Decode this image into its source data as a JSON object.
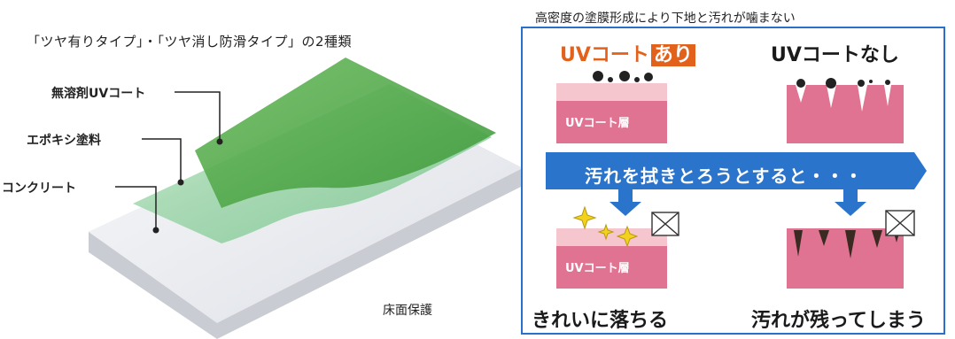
{
  "left": {
    "title": "「ツヤ有りタイプ」・「ツヤ消し防滑タイプ」の2種類",
    "labels": {
      "uv_coat": "無溶剤UVコート",
      "epoxy": "エポキシ塗料",
      "concrete": "コンクリート"
    },
    "floor_caption": "床面保護"
  },
  "right": {
    "title": "高密度の塗膜形成により下地と汚れが噛まない",
    "with_uv_prefix": "UVコート",
    "with_uv_box": "あり",
    "without_uv": "UVコートなし",
    "layer_label_top": "UVコート層",
    "banner": "汚れを拭きとろうとすると・・・",
    "layer_label_bottom": "UVコート層",
    "result_clean": "きれいに落ちる",
    "result_dirty": "汚れが残ってしまう"
  },
  "colors": {
    "panel_border": "#2a70c8",
    "banner": "#2a74cc",
    "layer_pink": "#e07392",
    "coat_pink": "#f6c6cf",
    "orange": "#e2621c",
    "green_top": "#4aa34a",
    "green_mid": "#8ccf9c",
    "concrete": "#eef0f3"
  }
}
